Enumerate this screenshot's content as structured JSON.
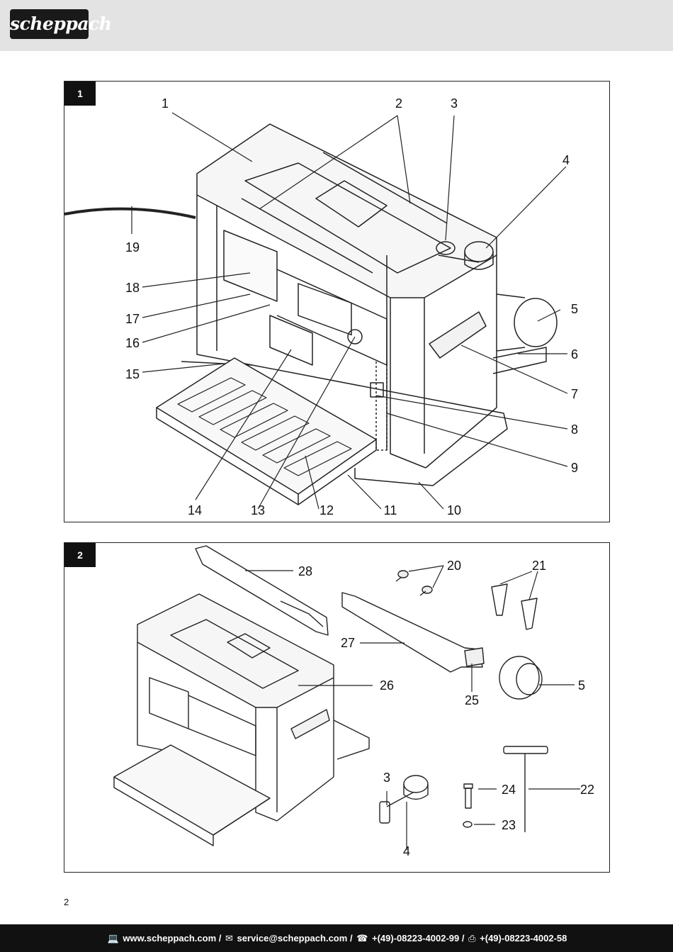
{
  "header": {
    "brand": "scheppach"
  },
  "figure1": {
    "number": "1",
    "callouts": [
      "1",
      "2",
      "3",
      "4",
      "5",
      "6",
      "7",
      "8",
      "9",
      "10",
      "11",
      "12",
      "13",
      "14",
      "15",
      "16",
      "17",
      "18",
      "19"
    ]
  },
  "figure2": {
    "number": "2",
    "callouts": [
      "28",
      "20",
      "21",
      "27",
      "26",
      "25",
      "5",
      "3",
      "24",
      "22",
      "23",
      "4"
    ]
  },
  "page_number": "2",
  "footer": {
    "website": "www.scheppach.com",
    "email": "service@scheppach.com",
    "phone": "+(49)-08223-4002-99",
    "fax": "+(49)-08223-4002-58",
    "separator": "/",
    "icons": [
      "computer-icon",
      "mail-icon",
      "phone-icon",
      "fax-icon"
    ]
  }
}
